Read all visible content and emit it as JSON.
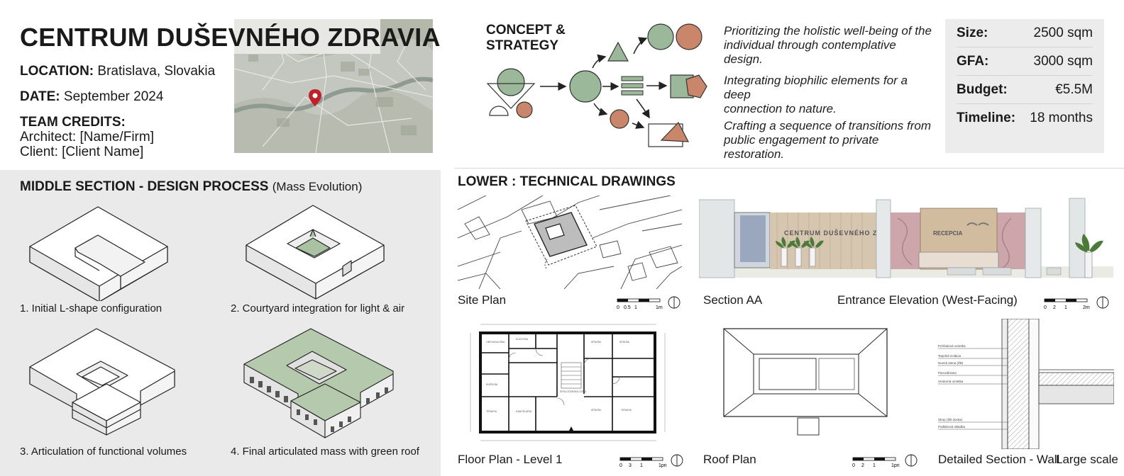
{
  "header": {
    "title": "CENTRUM DUŠEVNÉHO ZDRAVIA",
    "location_label": "LOCATION:",
    "location_value": "Bratislava, Slovakia",
    "date_label": "DATE:",
    "date_value": "September 2024",
    "team_label": "TEAM CREDITS:",
    "architect": "Architect: [Name/Firm]",
    "client": "Client: [Client Name]"
  },
  "map": {
    "marker_icon": "map-pin-icon",
    "marker_color": "#c0202a"
  },
  "concept": {
    "heading": "CONCEPT &\nSTRATEGY",
    "statements": [
      {
        "line1": "Prioritizing the holistic well-being of the",
        "line2": "individual through contemplative design."
      },
      {
        "line1": "Integrating biophilic elements for a deep",
        "line2": "connection to nature."
      },
      {
        "line1": "Crafting a sequence of transitions from",
        "line2": "public engagement to private restoration."
      }
    ],
    "colors": {
      "green": "#9cb89a",
      "terracotta": "#c9866a"
    }
  },
  "stats": [
    {
      "label": "Size:",
      "value": "2500 sqm"
    },
    {
      "label": "GFA:",
      "value": "3000 sqm"
    },
    {
      "label": "Budget:",
      "value": "€5.5M"
    },
    {
      "label": "Timeline:",
      "value": "18 months"
    }
  ],
  "middle": {
    "heading": "MIDDLE SECTION - DESIGN PROCESS",
    "subheading": "(Mass Evolution)",
    "steps": [
      "1. Initial L-shape configuration",
      "2. Courtyard integration for light & air",
      "3. Articulation of functional volumes",
      "4. Final articulated mass with green roof"
    ]
  },
  "lower": {
    "heading": "LOWER : TECHNICAL DRAWINGS",
    "drawings": {
      "site_plan": "Site Plan",
      "section_aa": "Section AA",
      "entrance_elevation": "Entrance Elevation (West-Facing)",
      "floor_plan": "Floor Plan - Level 1",
      "roof_plan": "Roof Plan",
      "detailed_section": "Detailed Section - Wall",
      "large_scale": "Large scale"
    },
    "elevation_sign": "CENTRUM DUŠEVNÉHO ZDRAVIA",
    "reception_sign": "RECEPCIA",
    "scales": {
      "site": [
        "0",
        "0.5",
        "1",
        "1m"
      ],
      "elevation": [
        "0",
        "2",
        "1",
        "2m"
      ],
      "floor": [
        "0",
        "3",
        "1",
        "1pn"
      ],
      "roof": [
        "0",
        "2",
        "1",
        "1pn"
      ]
    }
  }
}
